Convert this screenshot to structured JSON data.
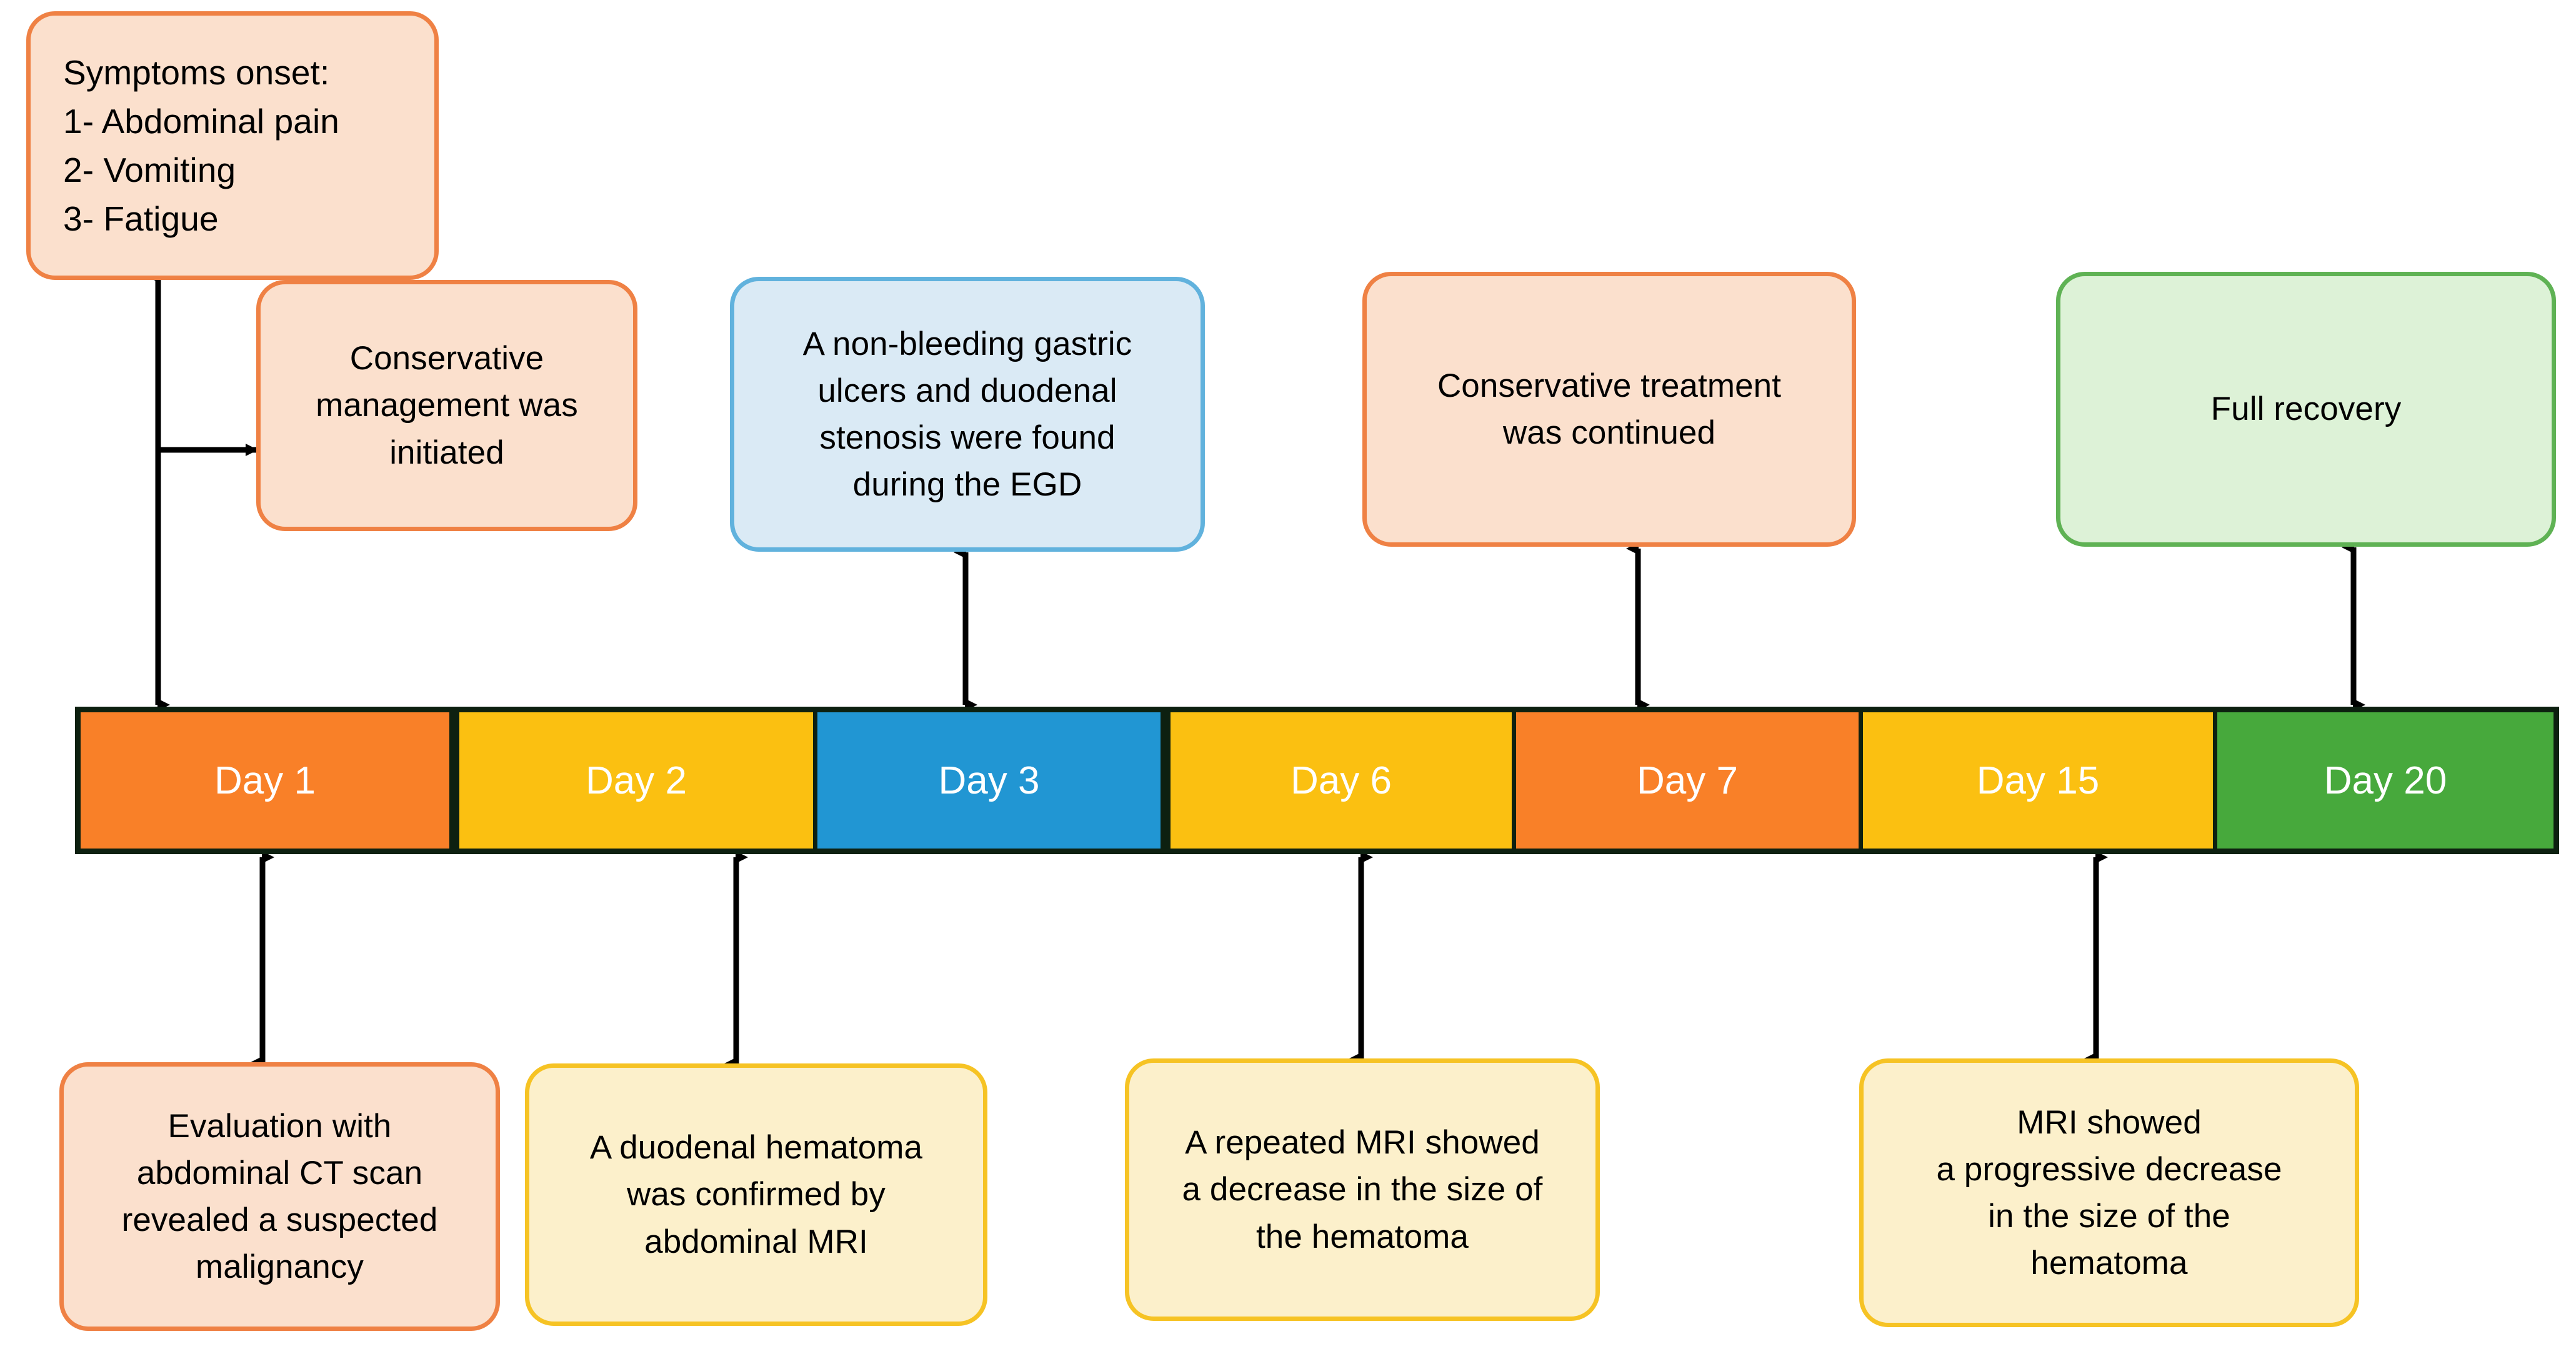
{
  "diagram": {
    "title": "Clinical course timeline",
    "type": "timeline"
  },
  "colors": {
    "orange_fill": "#F98028",
    "orange_border": "#EF8144",
    "peach_fill": "#FBE0CD",
    "amber_fill": "#FBC011",
    "amber_border": "#F6C324",
    "cream_fill": "#FCF0CB",
    "blue_fill": "#2196D3",
    "blue_box_fill": "#DAEAF5",
    "blue_border": "#61B2DD",
    "green_fill": "#47A93C",
    "green_box_fill": "#DDF2D7",
    "green_border": "#5FB254",
    "bar_outline": "#0D2010",
    "arrow": "#000000",
    "label_text": "#FFFFFF"
  },
  "timeline": {
    "segments": [
      {
        "label": "Day 1",
        "fill": "#F98028"
      },
      {
        "label": "Day 2",
        "fill": "#FBC011"
      },
      {
        "label": "Day 3",
        "fill": "#2196D3"
      },
      {
        "label": "Day 6",
        "fill": "#FBC011"
      },
      {
        "label": "Day 7",
        "fill": "#F98028"
      },
      {
        "label": "Day 15",
        "fill": "#FBC011"
      },
      {
        "label": "Day 20",
        "fill": "#47A93C"
      }
    ]
  },
  "events_above": [
    {
      "id": "symptoms-onset",
      "day": "Day 1",
      "text": "Symptoms onset:\n1- Abdominal pain\n2- Vomiting\n3- Fatigue",
      "style": "peach"
    },
    {
      "id": "conservative-management",
      "day": "Day 1",
      "text": "Conservative\nmanagement was\ninitiated",
      "style": "peach"
    },
    {
      "id": "egd-findings",
      "day": "Day 3",
      "text": "A non-bleeding gastric\nulcers and duodenal\nstenosis were found\nduring the  EGD",
      "style": "blue"
    },
    {
      "id": "conservative-continued",
      "day": "Day 7",
      "text": "Conservative treatment\nwas continued",
      "style": "peach"
    },
    {
      "id": "full-recovery",
      "day": "Day 20",
      "text": "Full recovery",
      "style": "green"
    }
  ],
  "events_below": [
    {
      "id": "ct-evaluation",
      "day": "Day 1",
      "text": "Evaluation with\nabdominal CT scan\nrevealed a suspected\nmalignancy",
      "style": "peach"
    },
    {
      "id": "mri-confirmation",
      "day": "Day 2",
      "text": "A duodenal hematoma\nwas confirmed by\nabdominal MRI",
      "style": "cream"
    },
    {
      "id": "repeat-mri-day6",
      "day": "Day 6",
      "text": "A repeated MRI showed\na decrease in the size of\nthe hematoma",
      "style": "cream"
    },
    {
      "id": "mri-day15",
      "day": "Day 15",
      "text": "MRI showed\na progressive decrease\nin the size of the\nhematoma",
      "style": "cream"
    }
  ]
}
